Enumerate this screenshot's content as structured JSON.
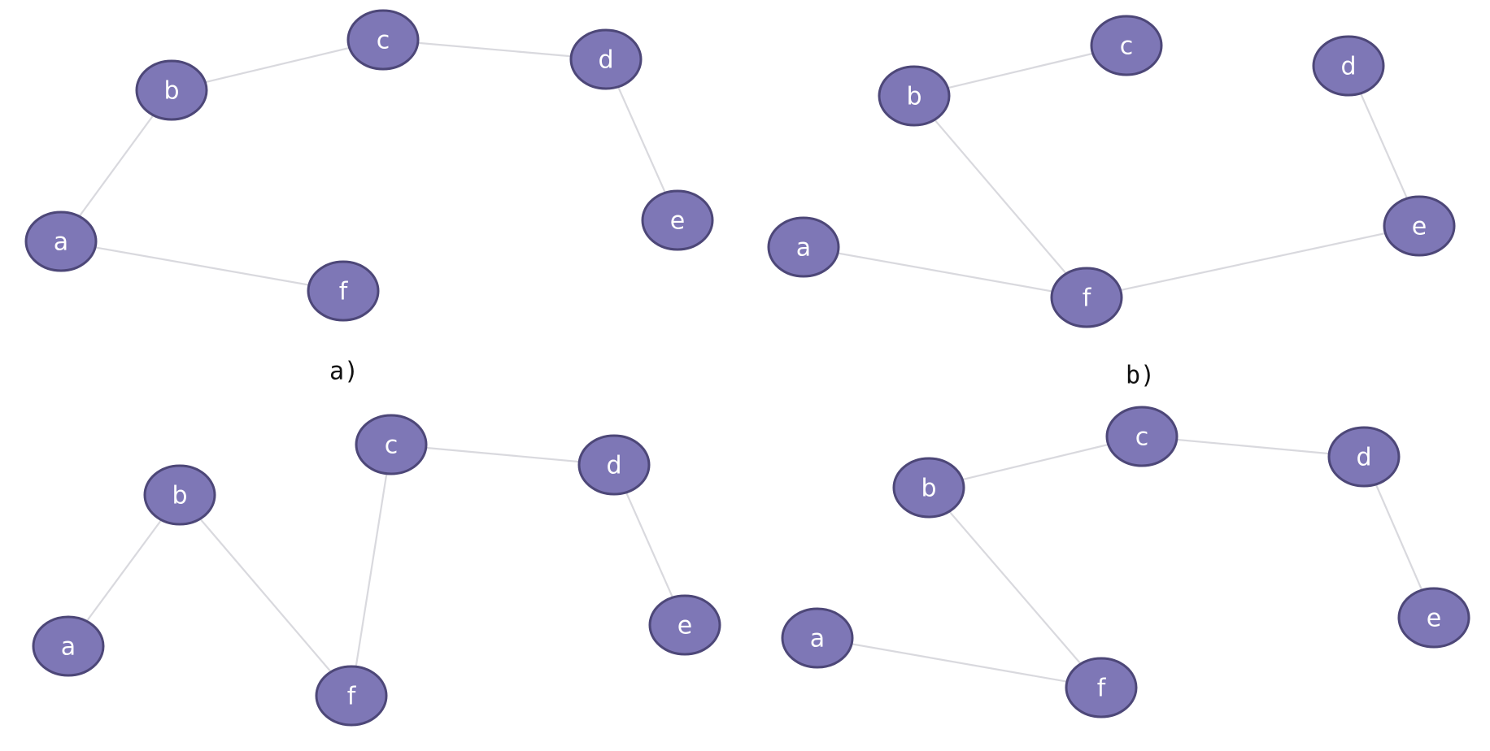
{
  "panels": [
    {
      "caption": "a)",
      "nodes": [
        "a",
        "b",
        "c",
        "d",
        "e",
        "f"
      ],
      "edges": [
        [
          "a",
          "b"
        ],
        [
          "b",
          "c"
        ],
        [
          "c",
          "d"
        ],
        [
          "d",
          "e"
        ],
        [
          "a",
          "f"
        ]
      ]
    },
    {
      "caption": "b)",
      "nodes": [
        "a",
        "b",
        "c",
        "d",
        "e",
        "f"
      ],
      "edges": [
        [
          "b",
          "c"
        ],
        [
          "b",
          "f"
        ],
        [
          "a",
          "f"
        ],
        [
          "f",
          "e"
        ],
        [
          "d",
          "e"
        ]
      ]
    },
    {
      "caption": "",
      "nodes": [
        "a",
        "b",
        "c",
        "d",
        "e",
        "f"
      ],
      "edges": [
        [
          "a",
          "b"
        ],
        [
          "b",
          "f"
        ],
        [
          "c",
          "f"
        ],
        [
          "c",
          "d"
        ],
        [
          "d",
          "e"
        ]
      ]
    },
    {
      "caption": "",
      "nodes": [
        "a",
        "b",
        "c",
        "d",
        "e",
        "f"
      ],
      "edges": [
        [
          "b",
          "c"
        ],
        [
          "c",
          "d"
        ],
        [
          "d",
          "e"
        ],
        [
          "b",
          "f"
        ],
        [
          "a",
          "f"
        ]
      ]
    }
  ]
}
